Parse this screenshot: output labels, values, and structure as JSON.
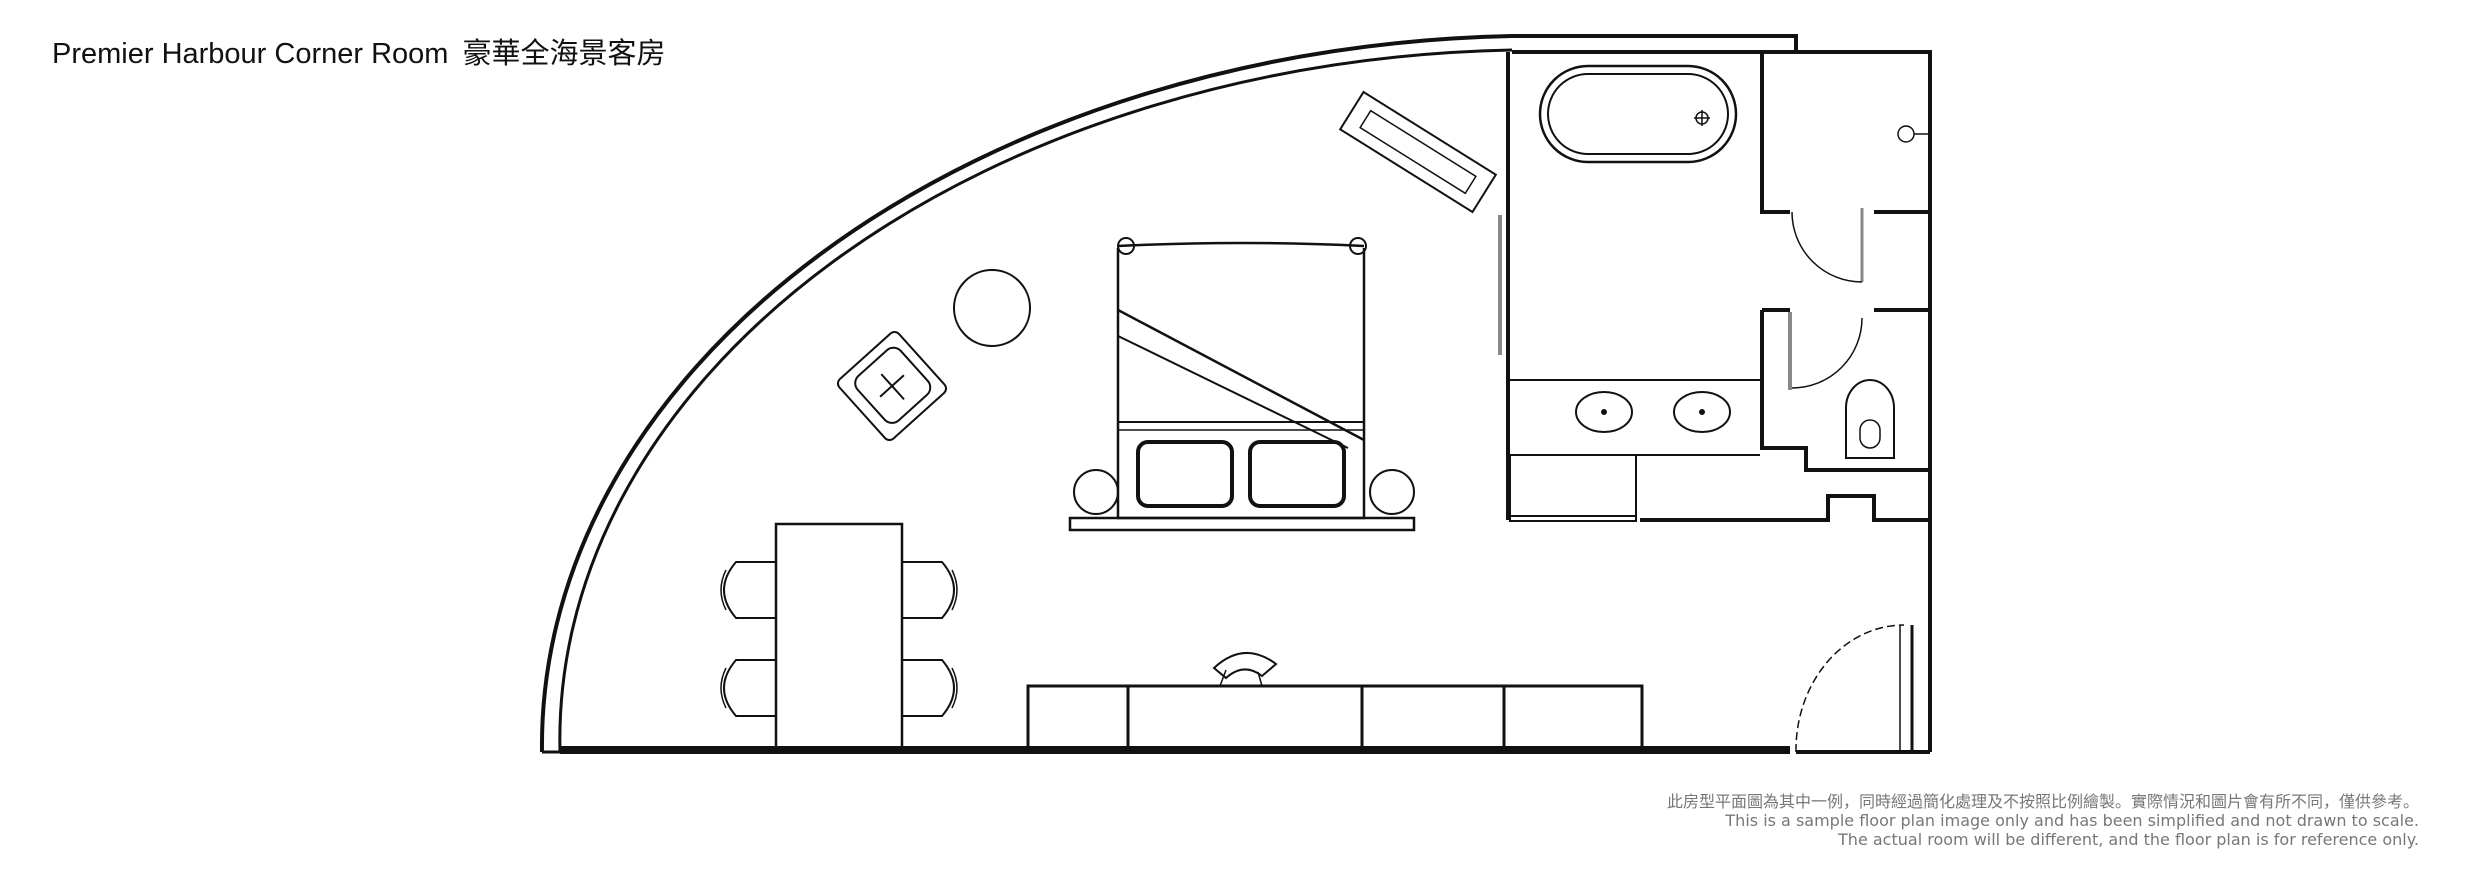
{
  "title": {
    "en": "Premier Harbour Corner Room",
    "zh": "豪華全海景客房"
  },
  "disclaimer": {
    "zh": "此房型平面圖為其中一例，同時經過簡化處理及不按照比例繪製。實際情況和圖片會有所不同，僅供參考。",
    "en_1": "This is a sample floor plan image only and has been simplified and not drawn to scale.",
    "en_2": "The actual room will be different, and the floor plan is for reference only."
  },
  "colors": {
    "line": "#111111",
    "grey_line": "#888888",
    "note_text": "#777777"
  },
  "icons": [
    "bed",
    "nightstand",
    "armchair",
    "side-table",
    "dining-table",
    "dining-chair",
    "desk",
    "desk-chair",
    "bathtub",
    "sink",
    "toilet",
    "door"
  ]
}
